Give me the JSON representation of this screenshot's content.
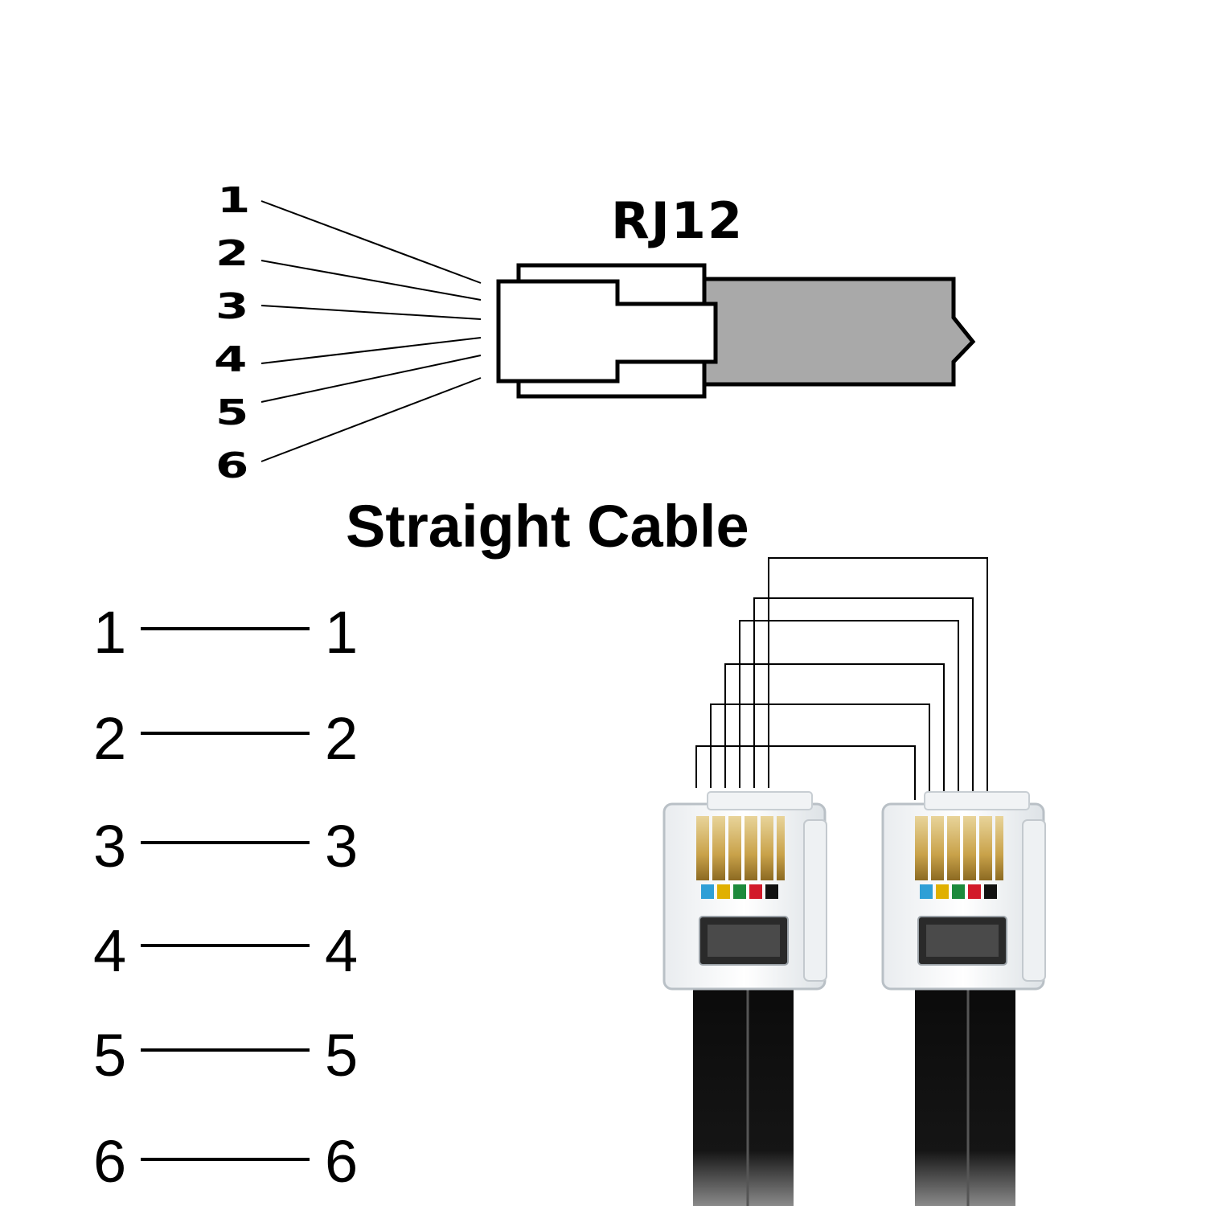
{
  "connector": {
    "title": "RJ12",
    "pins": [
      "1",
      "2",
      "3",
      "4",
      "5",
      "6"
    ]
  },
  "cable": {
    "title": "Straight Cable",
    "left_pins": [
      "1",
      "2",
      "3",
      "4",
      "5",
      "6"
    ],
    "right_pins": [
      "1",
      "2",
      "3",
      "4",
      "5",
      "6"
    ]
  },
  "colors": {
    "cable_jacket": "#a9a9a9",
    "wire_blue": "#2f9fd6",
    "wire_yellow": "#e0b000",
    "wire_green": "#1c8a3c",
    "wire_red": "#d21a2a",
    "wire_black": "#111111",
    "contacts_gold": "#c9a24a"
  }
}
